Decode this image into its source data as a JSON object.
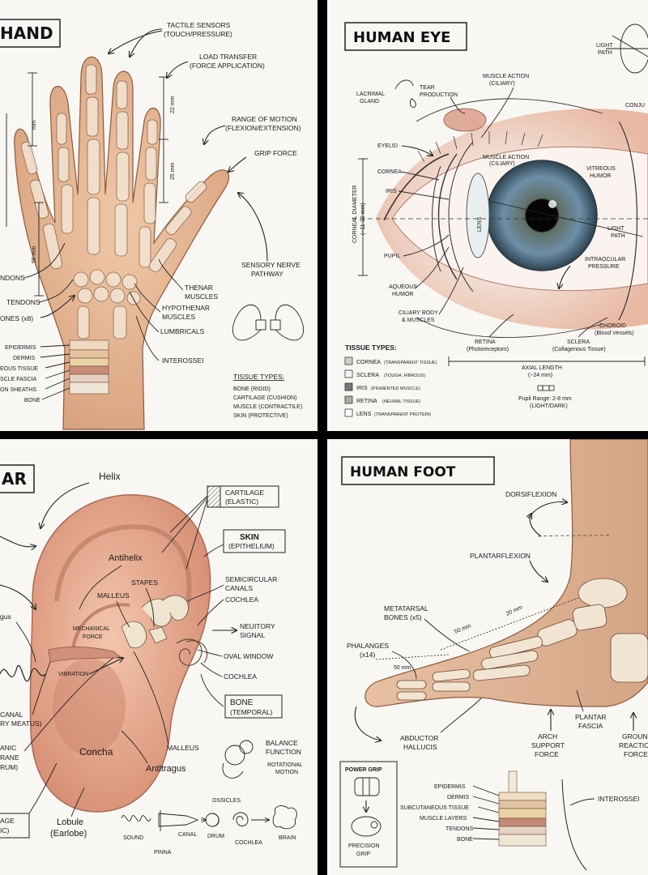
{
  "hand": {
    "title": "HAND",
    "labels": {
      "tactile": [
        "TACTILE SENSORS",
        "(TOUCH/PRESSURE)"
      ],
      "load": [
        "LOAD TRANSFER",
        "(FORCE APPLICATION)"
      ],
      "rom": [
        "RANGE OF MOTION",
        "(FLEXION/EXTENSION)"
      ],
      "grip": "GRIP FORCE",
      "nerve": [
        "SENSORY NERVE",
        "PATHWAY"
      ],
      "thenar": [
        "THENAR",
        "MUSCLES"
      ],
      "hypothenar": [
        "HYPOTHENAR",
        "MUSCLES"
      ],
      "lumbricals": "LUMBRICALS",
      "interossei": "INTEROSSEI",
      "tendons": "NDONS",
      "tendons2": "TENDONS",
      "bones": "ONES (x8)",
      "epidermis": "EPIDERMIS",
      "dermis": "DERMIS",
      "eous": "EOUS TISSUE",
      "fascia": "SCLE FASCIA",
      "sheaths": "ON SHEATHS",
      "bone": "BONE",
      "mm_top": "mm",
      "mm_22": "22 mm",
      "mm_25": "25 mm",
      "mm_55": "55 mm"
    },
    "tissue_title": "TISSUE TYPES:",
    "tissue": [
      "BONE (RIGID)",
      "CARTILAGE (CUSHION)",
      "MUSCLE (CONTRACTILE)",
      "SKIN (PROTECTIVE)"
    ]
  },
  "eye": {
    "title": "HUMAN EYE",
    "labels": {
      "light_path_top": [
        "LIGHT",
        "PATH"
      ],
      "muscle_action_top": [
        "MUSCLE ACTION",
        "(CILIARY)"
      ],
      "lacrimal": [
        "LACRIMAL",
        "GLAND"
      ],
      "tear": [
        "TEAR",
        "PRODUCTION"
      ],
      "conj": "CONJU",
      "eyelid": "EYELID",
      "muscle_action": [
        "MUSCLE ACTION",
        "(CILIARY)"
      ],
      "vitreous": [
        "VITREOUS",
        "HUMOR"
      ],
      "cornea": "CORNEA",
      "iris": "IRIS",
      "lens": "LENS",
      "corneal_diameter": [
        "CORNEAL DIAMETER",
        "(~11-12 mm)"
      ],
      "light_path": [
        "LIGHT",
        "PATH"
      ],
      "pupil": "PUPIL",
      "iop": [
        "INTRAOCULAR",
        "PRESSURE"
      ],
      "aqueous": [
        "AQUEOUS",
        "HUMOR"
      ],
      "ciliary": [
        "CILIARY BODY",
        "& MUSCLES"
      ],
      "choroid": [
        "CHOROID",
        "(Blood Vessels)"
      ],
      "retina": [
        "RETINA",
        "(Photoreceptors)"
      ],
      "sclera": [
        "SCLERA",
        "(Collagenous Tissue)"
      ],
      "axial": [
        "AXIAL LENGTH",
        "(~24 mm)"
      ],
      "pupil_range": [
        "Pupil Range: 2-8 mm",
        "(LIGHT/DARK)"
      ]
    },
    "tissue_title": "TISSUE TYPES:",
    "tissue": [
      {
        "name": "CORNEA",
        "desc": "(TRANSPARENT TISSUE)"
      },
      {
        "name": "SCLERA",
        "desc": "(TOUGH, FIBROUS)"
      },
      {
        "name": "IRIS",
        "desc": "(PIGMENTED MUSCLE)"
      },
      {
        "name": "RETINA",
        "desc": "(NEURAL TISSUE)"
      },
      {
        "name": "LENS",
        "desc": "(TRANSPARENT PROTEIN)"
      }
    ]
  },
  "ear": {
    "title": "AR",
    "labels": {
      "helix": "Helix",
      "cartilage": [
        "CARTILAGE",
        "(ELASTIC)"
      ],
      "skin": [
        "SKIN",
        "(EPITHELIUM)"
      ],
      "antihelix": "Antihelix",
      "stapes": "STAPES",
      "semicircular": [
        "SEMICIRCULAR",
        "CANALS"
      ],
      "malleus_top": "MALLEUS",
      "cochlea_top": "COCHLEA",
      "gus": "gus",
      "mechanical": [
        "MECHANICAL",
        "FORCE"
      ],
      "neuitory": [
        "NEUITORY",
        "SIGNAL"
      ],
      "oval": "OVAL WINDOW",
      "vibration": "VIBRATION",
      "cochlea": "COCHLEA",
      "canal": [
        "CANAL",
        "RY MEATUS)"
      ],
      "bone": [
        "BONE",
        "(TEMPORAL)"
      ],
      "anic": [
        "ANIC",
        "RANE",
        "RUM)"
      ],
      "concha": "Concha",
      "malleus": "MALLEUS",
      "balance": [
        "BALANCE",
        "FUNCTION"
      ],
      "rotational": [
        "ROTATIONAL",
        "MOTION"
      ],
      "antitragus": "Antitragus",
      "ossicles": "OSSICLES",
      "age": [
        "AGE",
        "IC)"
      ],
      "lobule": [
        "Lobule",
        "(Earlobe)"
      ],
      "sound": "SOUND",
      "canal2": "CANAL",
      "drum": "DRUM",
      "cochlea2": "COCHLEA",
      "brain": "BRAIN",
      "pinna": "PINNA"
    }
  },
  "foot": {
    "title": "HUMAN FOOT",
    "labels": {
      "dorsiflexion": "DORSIFLEXION",
      "plantarflexion": "PLANTARFLEXION",
      "metatarsal": [
        "METATARSAL",
        "BONES (x5)"
      ],
      "mm20": "20 mm",
      "mm50a": "50 mm",
      "phalanges": [
        "PHALANGES",
        "(x14)"
      ],
      "mm50b": "50 mm",
      "abductor": [
        "ABDUCTOR",
        "HALLUCIS"
      ],
      "arch": [
        "ARCH",
        "SUPPORT",
        "FORCE"
      ],
      "plantar": [
        "PLANTAR",
        "FASCIA"
      ],
      "ground": [
        "GROUN",
        "REACTIC",
        "FORCE"
      ],
      "power_grip": "POWER GRIP",
      "precision_grip": [
        "PRECISION",
        "GRIP"
      ],
      "interossei": "INTEROSSEI",
      "layers": [
        "EPIDERMIS",
        "DERMIS",
        "SUBCUTANEOUS TISSUE",
        "MUSCLE LAYERS",
        "TENDONS",
        "BONE"
      ]
    }
  }
}
